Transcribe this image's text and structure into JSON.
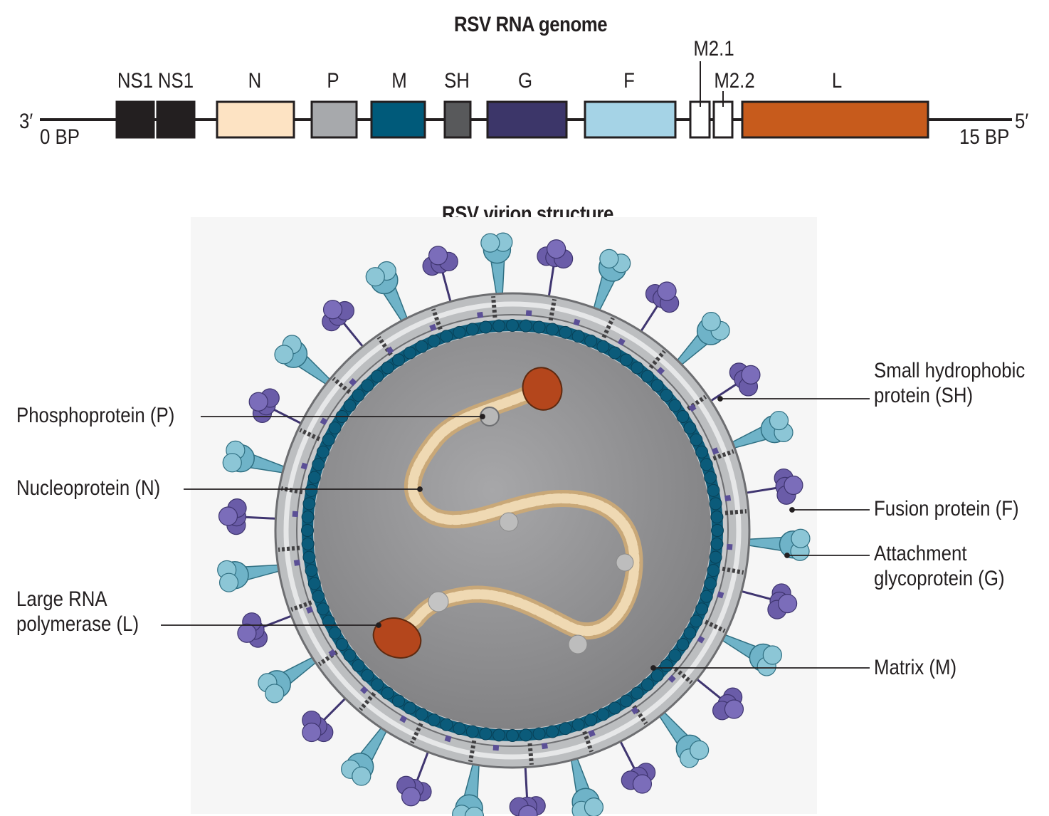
{
  "genome": {
    "title": "RSV RNA genome",
    "end_left": "3′",
    "end_right": "5′",
    "bp_start": "0 BP",
    "bp_end": "15 BP",
    "genes": [
      {
        "label": "NS1",
        "color": "#231f20"
      },
      {
        "label": "NS1",
        "color": "#231f20"
      },
      {
        "label": "N",
        "color": "#fde3c3"
      },
      {
        "label": "P",
        "color": "#a7a9ac"
      },
      {
        "label": "M",
        "color": "#005a7a"
      },
      {
        "label": "SH",
        "color": "#58595b"
      },
      {
        "label": "G",
        "color": "#3c3669"
      },
      {
        "label": "F",
        "color": "#a5d3e6"
      },
      {
        "label": "M2.1",
        "color": "#ffffff"
      },
      {
        "label": "M2.2",
        "color": "#ffffff"
      },
      {
        "label": "L",
        "color": "#c75b1c"
      }
    ]
  },
  "virion": {
    "title": "RSV virion structure",
    "labels": {
      "phosphoprotein": "Phosphoprotein (P)",
      "nucleoprotein": "Nucleoprotein (N)",
      "polymerase_line1": "Large RNA",
      "polymerase_line2": "polymerase (L)",
      "sh_line1": "Small hydrophobic",
      "sh_line2": "protein (SH)",
      "fusion": "Fusion protein (F)",
      "attachment_line1": "Attachment",
      "attachment_line2": "glycoprotein (G)",
      "matrix": "Matrix (M)"
    },
    "colors": {
      "fusion": "#6fb3c8",
      "attachment": "#6a5ca8",
      "matrix": "#0b5b7a",
      "envelope": "#bcbec0",
      "interior": "#8c8c8e",
      "nucleocapsid": "#e6c99a",
      "polymerase": "#b4461c",
      "phosphoprotein": "#b8b8b8"
    }
  }
}
